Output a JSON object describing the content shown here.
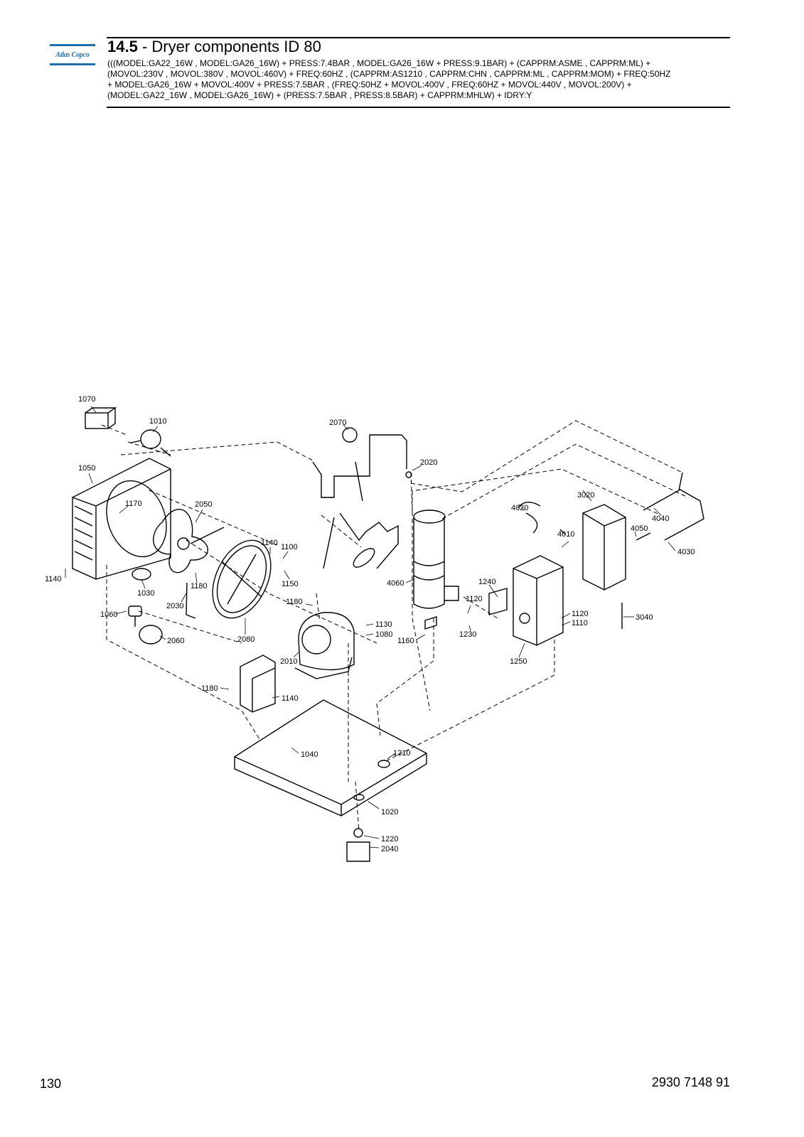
{
  "header": {
    "logo_text": "Atlas Copco",
    "section_number": "14.5",
    "section_title": "- Dryer components ID 80",
    "conditions": [
      "(((MODEL:GA22_16W , MODEL:GA26_16W) + PRESS:7.4BAR , MODEL:GA26_16W + PRESS:9.1BAR) + (CAPPRM:ASME , CAPPRM:ML) +",
      "(MOVOL:230V , MOVOL:380V , MOVOL:460V) + FREQ:60HZ , (CAPPRM:AS1210 , CAPPRM:CHN , CAPPRM:ML , CAPPRM:MOM) + FREQ:50HZ",
      "+ MODEL:GA26_16W + MOVOL:400V + PRESS:7.5BAR , (FREQ:50HZ + MOVOL:400V , FREQ:60HZ + MOVOL:440V , MOVOL:200V) +",
      "(MODEL:GA22_16W , MODEL:GA26_16W) + (PRESS:7.5BAR , PRESS:8.5BAR) + CAPPRM:MHLW) + IDRY:Y"
    ]
  },
  "diagram": {
    "callouts": [
      "1070",
      "1010",
      "1050",
      "1170",
      "2050",
      "1140",
      "1100",
      "1150",
      "1140",
      "1030",
      "1180",
      "2030",
      "1060",
      "2060",
      "2080",
      "2070",
      "2020",
      "1180",
      "1130",
      "1080",
      "2010",
      "1180",
      "1140",
      "4060",
      "1160",
      "1240",
      "1120",
      "1230",
      "4020",
      "4010",
      "3020",
      "4040",
      "4050",
      "4030",
      "1250",
      "1120",
      "1110",
      "3040",
      "1040",
      "1210",
      "1020",
      "1220",
      "2040"
    ]
  },
  "footer": {
    "page_number": "130",
    "doc_number": "2930 7148 91"
  }
}
